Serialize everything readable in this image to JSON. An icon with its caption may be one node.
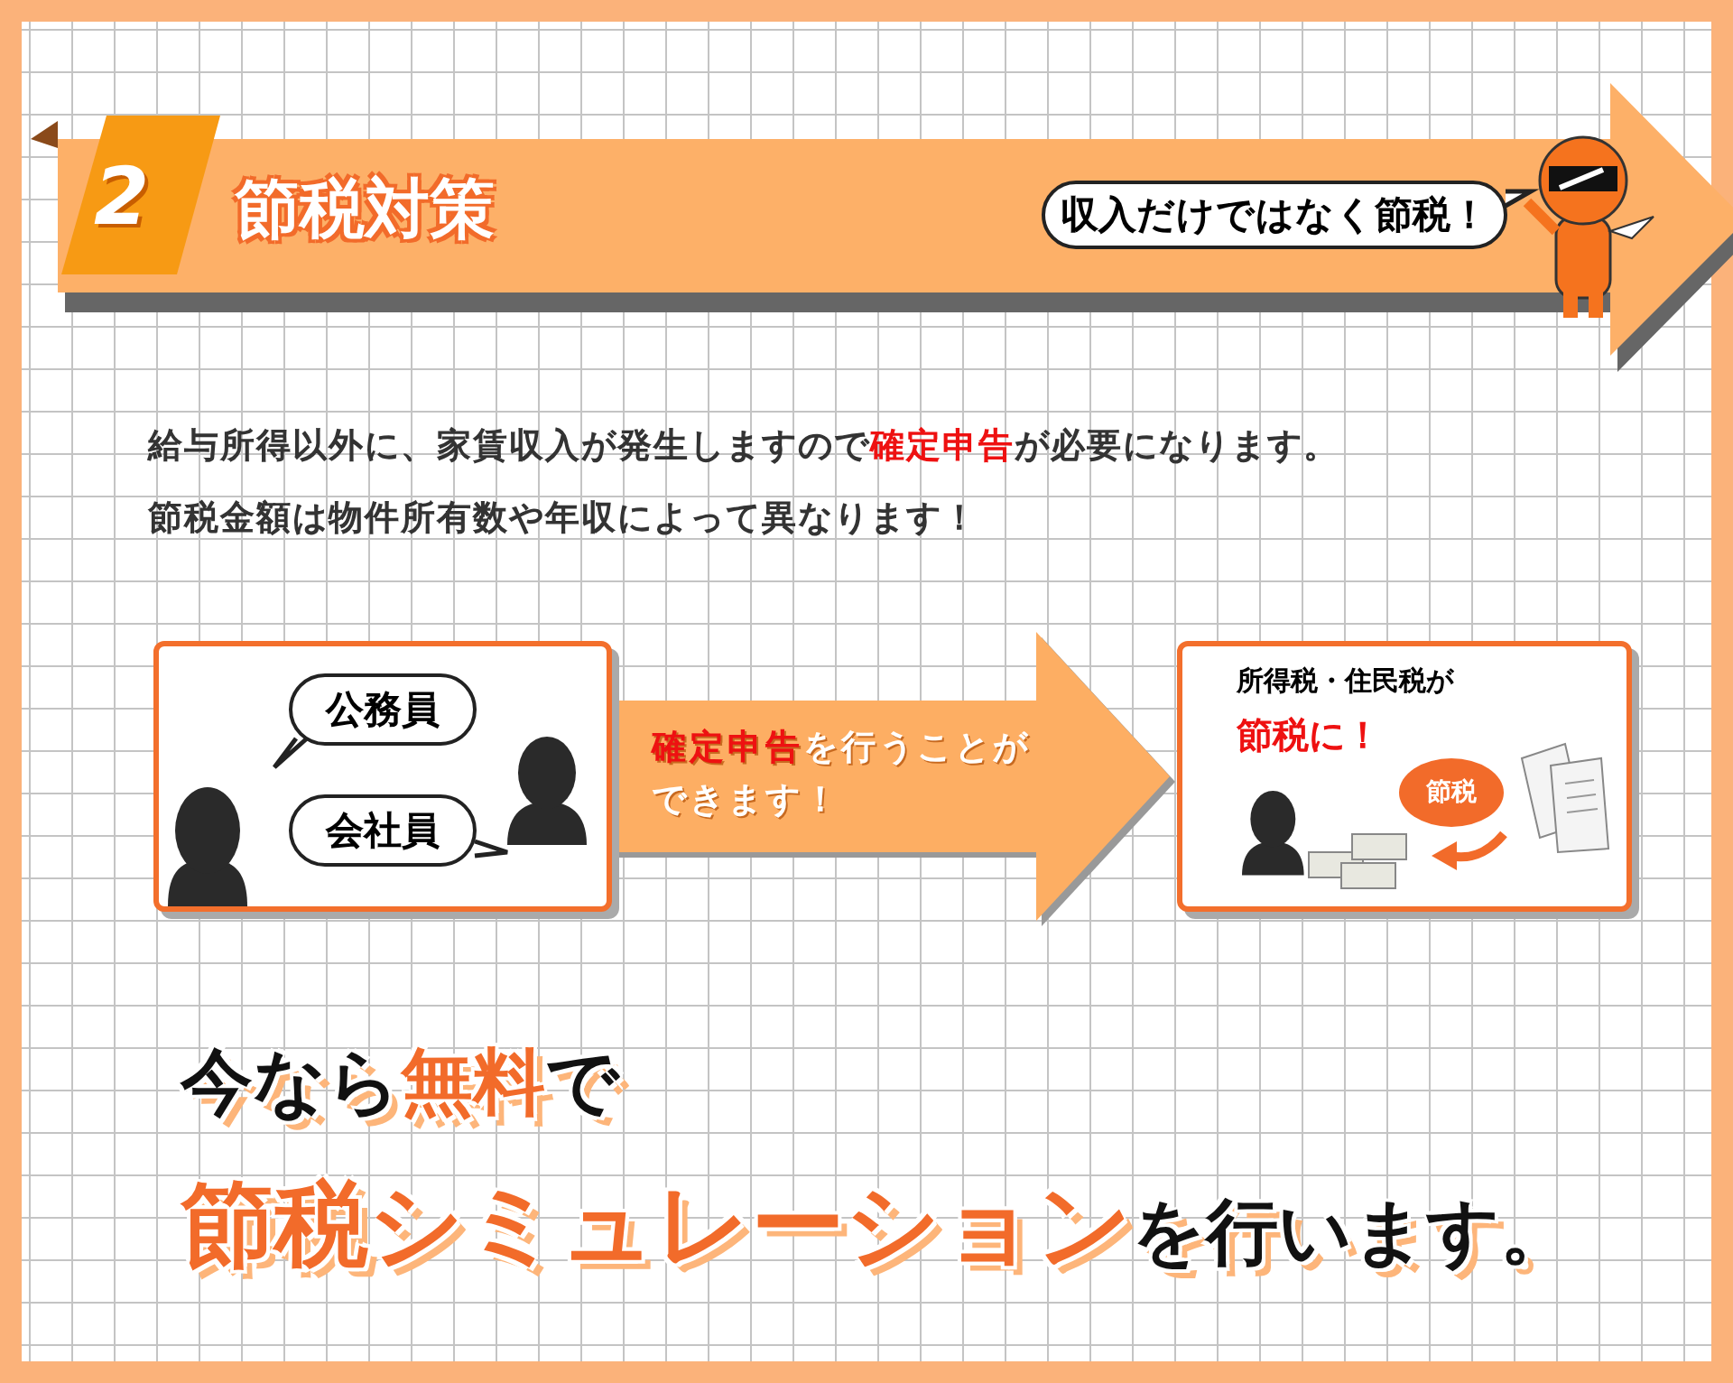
{
  "diagram": {
    "title": "節税対策",
    "nodes": [
      {
        "text": [],
        "shape": "box"
      },
      {
        "text": [
          "公務員"
        ],
        "in": 0
      },
      {
        "text": [
          "会社員"
        ],
        "in": 0
      },
      {
        "text": [
          "所得税・住民税が",
          "節税に！"
        ]
      },
      {
        "text": [
          "節税"
        ],
        "in": 3
      },
      {
        "text": [
          "収入だけではなく節税！"
        ]
      }
    ],
    "edges": [
      {
        "from": 0,
        "to": 3,
        "arrow": "to",
        "label": "**確定申告**を行うことができます！"
      }
    ],
    "labels": [
      "2",
      "給与所得以外に、家賃収入が発生しますので**確定申告**が必要になります。",
      "節税金額は物件所有数や年収によって異なります！",
      "今なら**無料**で",
      "**節税シミュレーション**を行います。"
    ]
  }
}
